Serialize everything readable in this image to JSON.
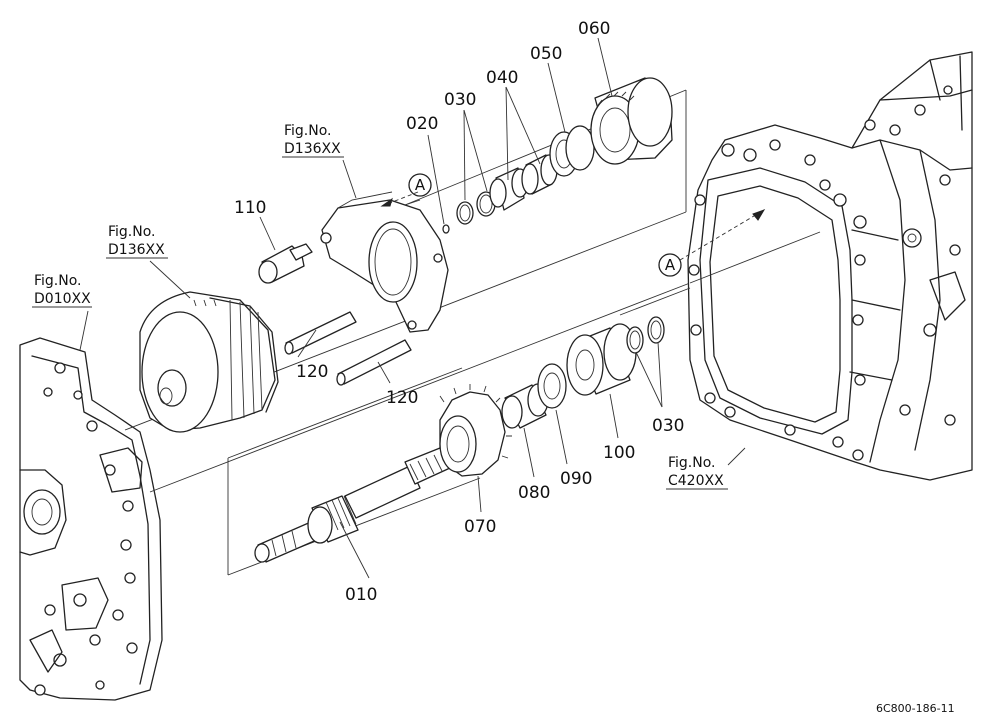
{
  "diagram": {
    "footer_code": "6C800-186-11",
    "fig_refs": {
      "d010": {
        "line1": "Fig.No.",
        "line2": "D010XX"
      },
      "d136_left": {
        "line1": "Fig.No.",
        "line2": "D136XX"
      },
      "d136_top": {
        "line1": "Fig.No.",
        "line2": "D136XX"
      },
      "c420": {
        "line1": "Fig.No.",
        "line2": "C420XX"
      }
    },
    "ref_marks": {
      "top": "A",
      "right": "A"
    },
    "part_labels": {
      "p010": "010",
      "p020": "020",
      "p030_top": "030",
      "p030_right": "030",
      "p040": "040",
      "p050": "050",
      "p060": "060",
      "p070": "070",
      "p080": "080",
      "p090": "090",
      "p100": "100",
      "p110": "110",
      "p120_a": "120",
      "p120_b": "120"
    }
  }
}
